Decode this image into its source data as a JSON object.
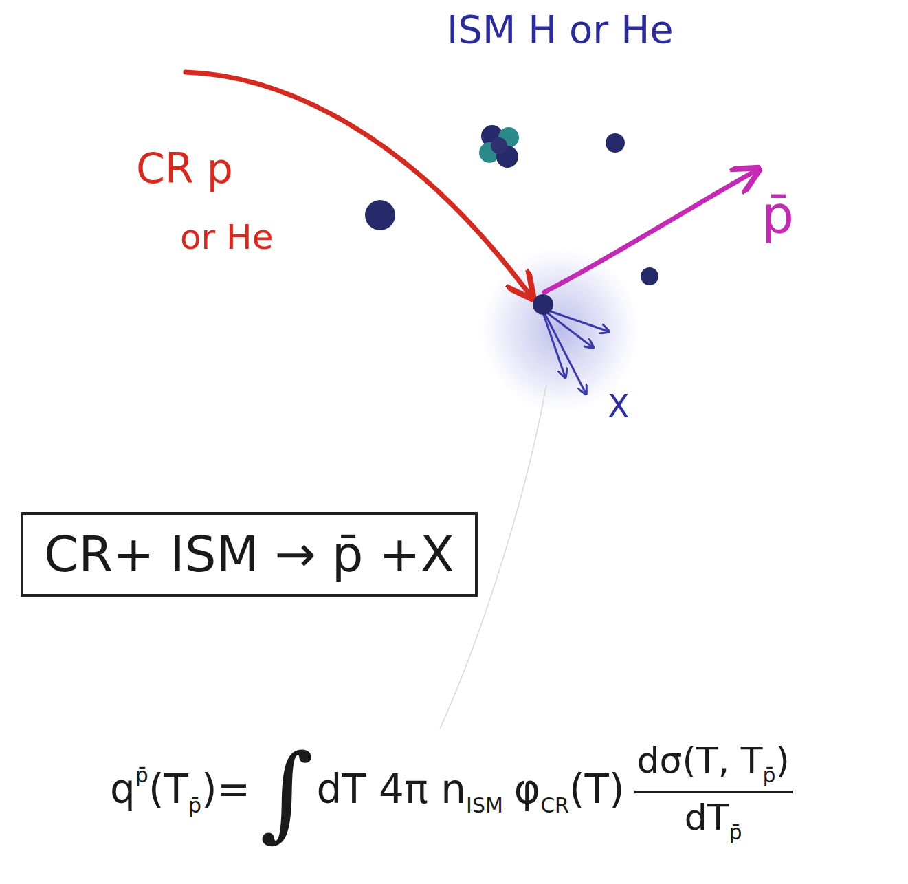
{
  "diagram": {
    "nodes": [
      {
        "text": [
          "CR+ ISM → p̄ +X"
        ]
      }
    ],
    "labels": [
      "ISM H or He",
      "CR p",
      "or He",
      "p̄",
      "X",
      "q",
      "p̄",
      "(T",
      "p̄",
      ")=",
      "∫",
      "dT 4π n",
      "ISM",
      "φ",
      "CR",
      "(T)",
      "dσ(T, T",
      "p̄",
      ")",
      "dT",
      "p̄"
    ]
  }
}
